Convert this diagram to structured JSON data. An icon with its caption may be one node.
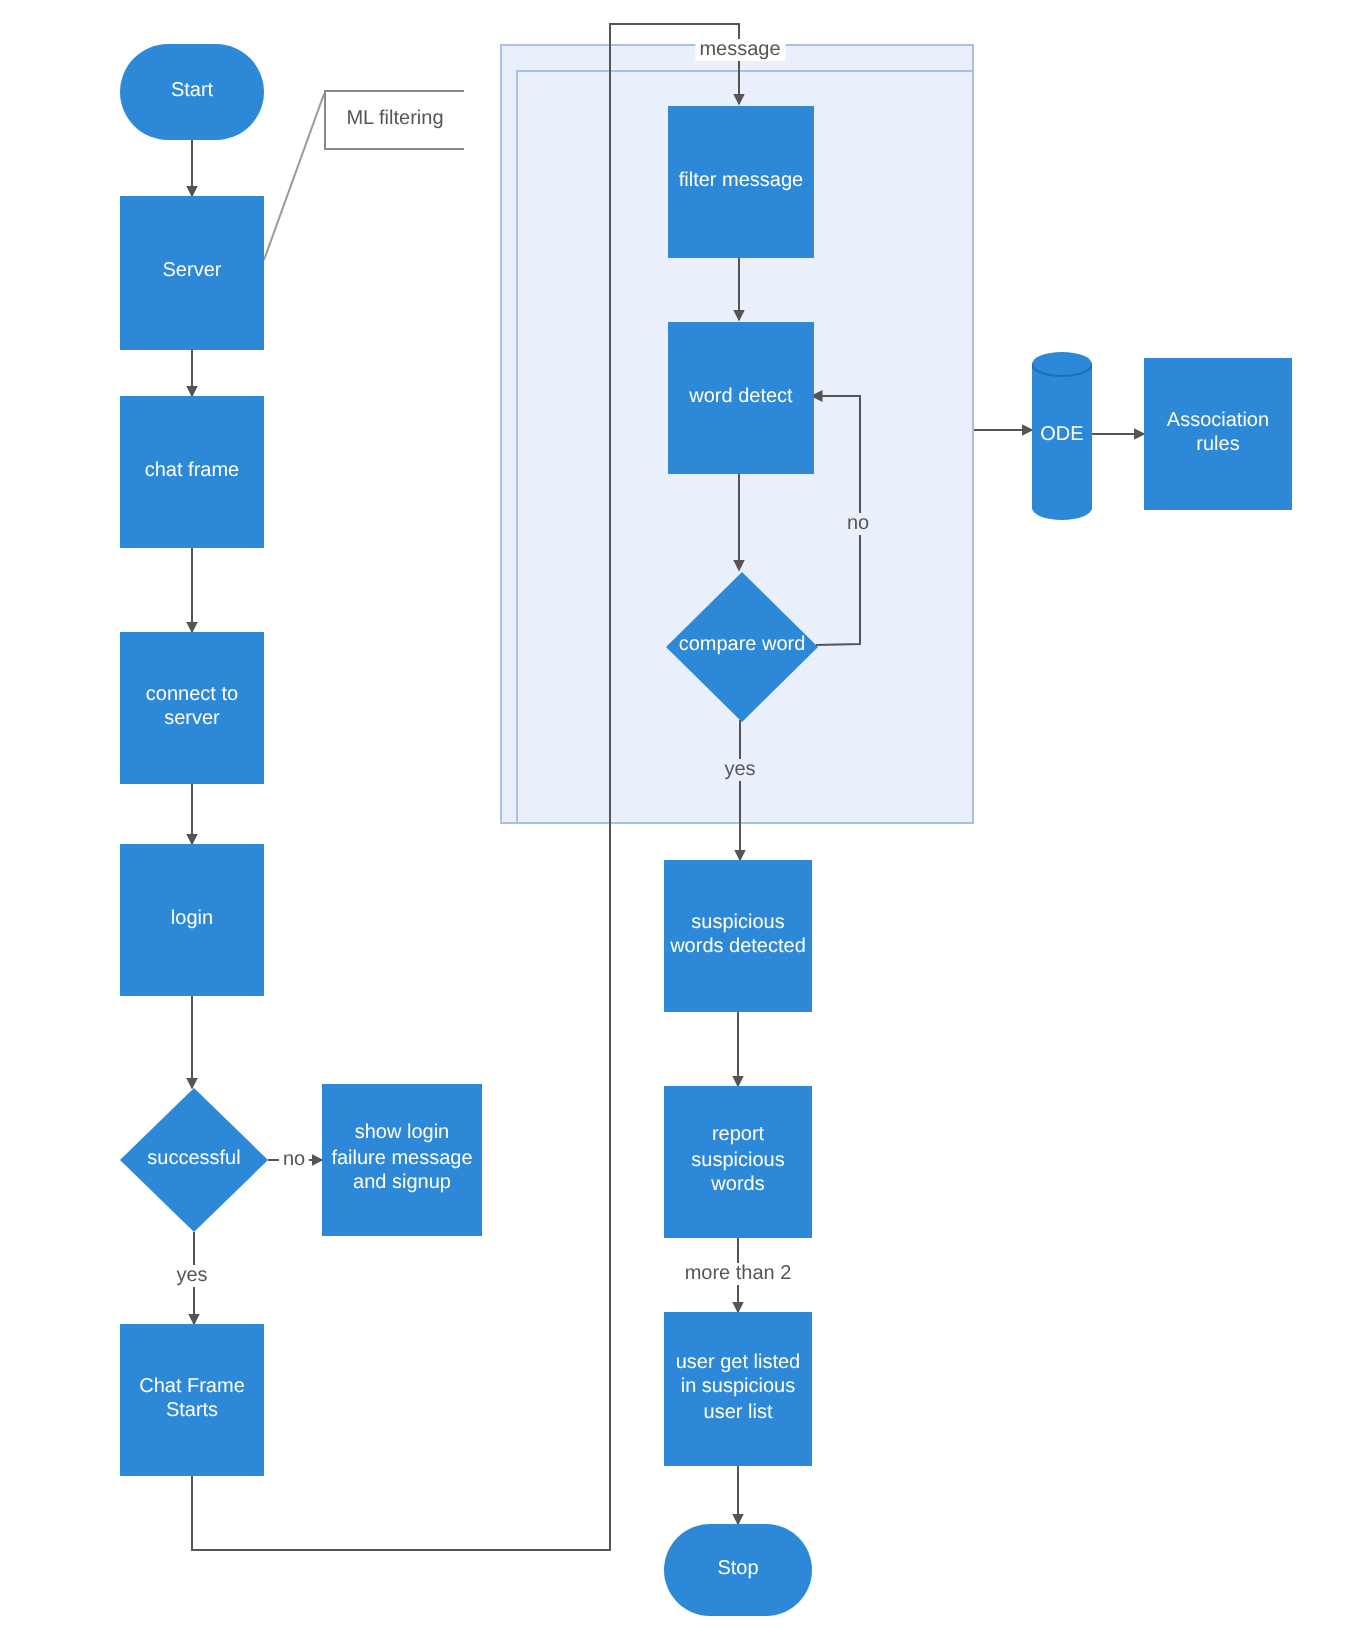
{
  "diagram": {
    "nodes": [
      {
        "text": [
          "Start"
        ]
      },
      {
        "text": [
          "ML filtering"
        ]
      },
      {
        "text": [
          "Server"
        ]
      },
      {
        "text": [
          "chat frame"
        ]
      },
      {
        "text": [
          "connect to server"
        ]
      },
      {
        "text": [
          "login"
        ]
      },
      {
        "text": [
          "successful"
        ]
      },
      {
        "text": [
          "show login failure message and signup"
        ]
      },
      {
        "text": [
          "Chat Frame Starts"
        ]
      },
      {
        "text": [],
        "shape": "box"
      },
      {
        "text": [
          "filter message"
        ],
        "in": 9
      },
      {
        "text": [
          "word detect"
        ],
        "in": 9
      },
      {
        "text": [
          "compare word"
        ],
        "in": 9
      },
      {
        "text": [
          "ODE"
        ]
      },
      {
        "text": [
          "Association rules"
        ]
      },
      {
        "text": [
          "suspicious words detected"
        ]
      },
      {
        "text": [
          "report suspicious words"
        ]
      },
      {
        "text": [
          "user get listed in suspicious user list"
        ]
      },
      {
        "text": [
          "Stop"
        ]
      }
    ],
    "edges": [
      {
        "from": 0,
        "to": 2,
        "arrow": "to"
      },
      {
        "from": 1,
        "to": 2,
        "arrow": "none"
      },
      {
        "from": 2,
        "to": 3,
        "arrow": "to"
      },
      {
        "from": 3,
        "to": 4,
        "arrow": "to"
      },
      {
        "from": 4,
        "to": 5,
        "arrow": "to"
      },
      {
        "from": 5,
        "to": 6,
        "arrow": "to"
      },
      {
        "from": 6,
        "to": 7,
        "label": "no",
        "arrow": "to"
      },
      {
        "from": 6,
        "to": 8,
        "label": "yes",
        "arrow": "to"
      },
      {
        "from": 8,
        "to": 10,
        "label": "message",
        "arrow": "to"
      },
      {
        "from": 10,
        "to": 11,
        "arrow": "to"
      },
      {
        "from": 11,
        "to": 12,
        "arrow": "to"
      },
      {
        "from": 12,
        "to": 11,
        "label": "no",
        "arrow": "to"
      },
      {
        "from": 9,
        "to": 13,
        "arrow": "to"
      },
      {
        "from": 13,
        "to": 14,
        "arrow": "to"
      },
      {
        "from": 12,
        "to": 15,
        "label": "yes",
        "arrow": "to"
      },
      {
        "from": 15,
        "to": 16,
        "arrow": "to"
      },
      {
        "from": 16,
        "to": 17,
        "label": "more than 2",
        "arrow": "to"
      },
      {
        "from": 17,
        "to": 18,
        "arrow": "to"
      }
    ]
  }
}
